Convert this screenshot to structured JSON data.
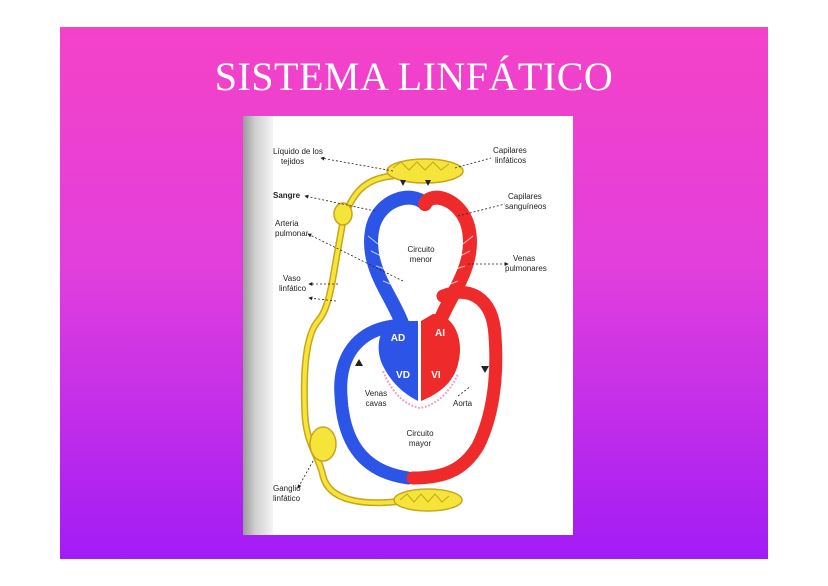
{
  "title": "SISTEMA LINFÁTICO",
  "diagram": {
    "labels_left": {
      "liquido_1": "Líquido de los",
      "liquido_2": "tejidos",
      "sangre": "Sangre",
      "arteria_1": "Arteria",
      "arteria_2": "pulmonar",
      "vaso_1": "Vaso",
      "vaso_2": "linfático",
      "ganglio_1": "Ganglio",
      "ganglio_2": "linfático"
    },
    "labels_right": {
      "capilares_1": "Capilares",
      "capilares_2": "linfáticos",
      "capilares_s_1": "Capilares",
      "capilares_s_2": "sanguíneos",
      "venas_pul_1": "Venas",
      "venas_pul_2": "pulmonares",
      "aorta": "Aorta"
    },
    "labels_center": {
      "circ_menor_1": "Circuito",
      "circ_menor_2": "menor",
      "circ_mayor_1": "Circuito",
      "circ_mayor_2": "mayor",
      "venas_cavas_1": "Venas",
      "venas_cavas_2": "cavas"
    },
    "chambers": {
      "ad": "AD",
      "ai": "AI",
      "vd": "VD",
      "vi": "VI"
    },
    "colors": {
      "venous": "#2c55e8",
      "arterial": "#ee2a2a",
      "lymph": "#f5e53a",
      "lymph_outline": "#c9a41c"
    }
  }
}
